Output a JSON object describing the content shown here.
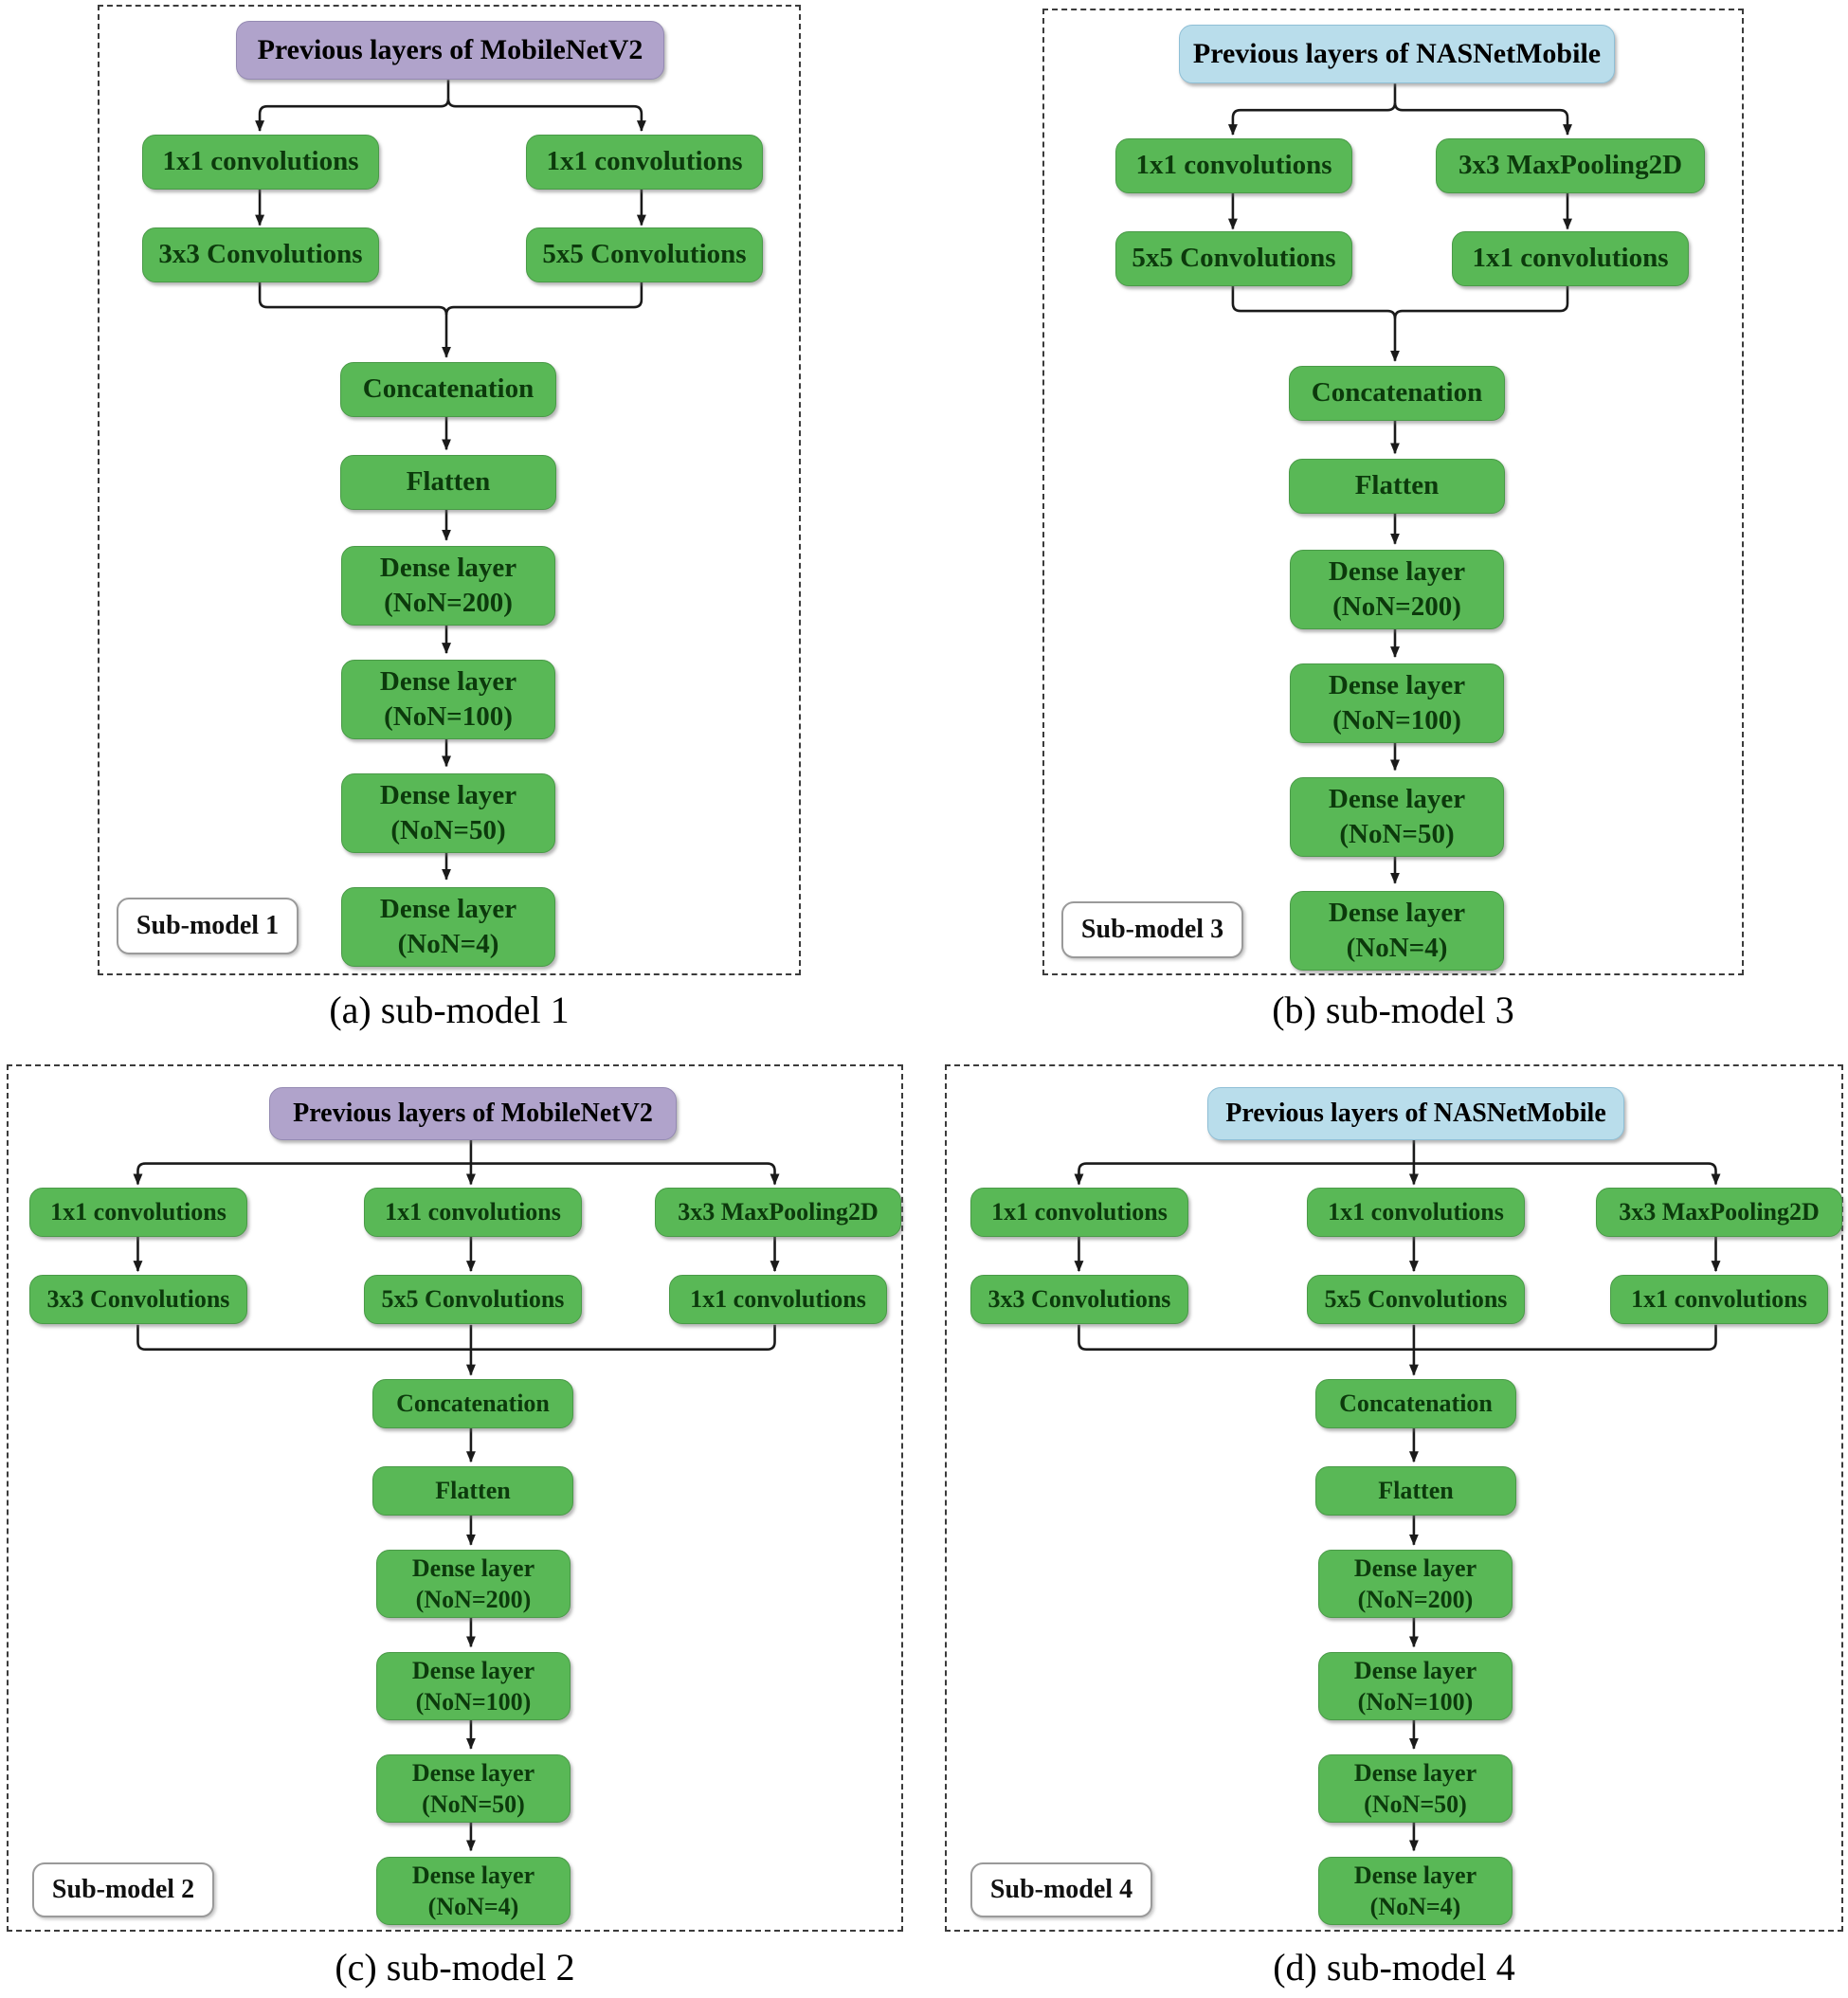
{
  "colors": {
    "node_green": "#59b856",
    "header_purple": "#b0a3cb",
    "header_blue": "#b9ddeb",
    "connector": "#1a1a1a",
    "node_text_green": "#0c3a0c",
    "dashed_border": "#3b3b3b"
  },
  "panels": [
    {
      "header": "Previous layers of MobileNetV2",
      "header_color": "#b0a3cb",
      "row1": [
        "1x1 convolutions",
        "1x1 convolutions"
      ],
      "row2": [
        "3x3 Convolutions",
        "5x5 Convolutions"
      ],
      "concat": "Concatenation",
      "flatten": "Flatten",
      "dense": [
        {
          "l1": "Dense layer",
          "l2": "(NoN=200)"
        },
        {
          "l1": "Dense layer",
          "l2": "(NoN=100)"
        },
        {
          "l1": "Dense layer",
          "l2": "(NoN=50)"
        },
        {
          "l1": "Dense layer",
          "l2": "(NoN=4)"
        }
      ],
      "sublabel": "Sub-model 1",
      "caption": "(a) sub-model 1"
    },
    {
      "header": "Previous layers of NASNetMobile",
      "header_color": "#b9ddeb",
      "row1": [
        "1x1 convolutions",
        "3x3 MaxPooling2D"
      ],
      "row2": [
        "5x5 Convolutions",
        "1x1 convolutions"
      ],
      "concat": "Concatenation",
      "flatten": "Flatten",
      "dense": [
        {
          "l1": "Dense layer",
          "l2": "(NoN=200)"
        },
        {
          "l1": "Dense layer",
          "l2": "(NoN=100)"
        },
        {
          "l1": "Dense layer",
          "l2": "(NoN=50)"
        },
        {
          "l1": "Dense layer",
          "l2": "(NoN=4)"
        }
      ],
      "sublabel": "Sub-model 3",
      "caption": "(b) sub-model 3"
    },
    {
      "header": "Previous layers of MobileNetV2",
      "header_color": "#b0a3cb",
      "row1": [
        "1x1 convolutions",
        "1x1 convolutions",
        "3x3 MaxPooling2D"
      ],
      "row2": [
        "3x3 Convolutions",
        "5x5 Convolutions",
        "1x1 convolutions"
      ],
      "concat": "Concatenation",
      "flatten": "Flatten",
      "dense": [
        {
          "l1": "Dense layer",
          "l2": "(NoN=200)"
        },
        {
          "l1": "Dense layer",
          "l2": "(NoN=100)"
        },
        {
          "l1": "Dense layer",
          "l2": "(NoN=50)"
        },
        {
          "l1": "Dense layer",
          "l2": "(NoN=4)"
        }
      ],
      "sublabel": "Sub-model 2",
      "caption": "(c) sub-model 2"
    },
    {
      "header": "Previous layers of NASNetMobile",
      "header_color": "#b9ddeb",
      "row1": [
        "1x1 convolutions",
        "1x1 convolutions",
        "3x3 MaxPooling2D"
      ],
      "row2": [
        "3x3 Convolutions",
        "5x5 Convolutions",
        "1x1 convolutions"
      ],
      "concat": "Concatenation",
      "flatten": "Flatten",
      "dense": [
        {
          "l1": "Dense layer",
          "l2": "(NoN=200)"
        },
        {
          "l1": "Dense layer",
          "l2": "(NoN=100)"
        },
        {
          "l1": "Dense layer",
          "l2": "(NoN=50)"
        },
        {
          "l1": "Dense layer",
          "l2": "(NoN=4)"
        }
      ],
      "sublabel": "Sub-model 4",
      "caption": "(d) sub-model 4"
    }
  ]
}
